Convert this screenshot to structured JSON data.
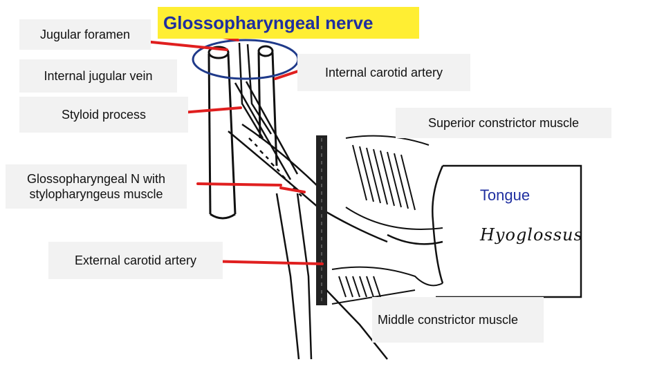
{
  "title": "Glossopharyngeal nerve",
  "labels": {
    "jugular_foramen": "Jugular foramen",
    "internal_jugular_vein": "Internal jugular vein",
    "styloid_process": "Styloid process",
    "glossopharyngeal_stylopharyngeus": "Glossopharyngeal N with stylopharyngeus muscle",
    "external_carotid_artery": "External carotid artery",
    "internal_carotid_artery": "Internal carotid artery",
    "superior_constrictor": "Superior constrictor muscle",
    "tongue": "Tongue",
    "middle_constrictor": "Middle constrictor muscle",
    "hyoglossus": "Hyoglossus"
  },
  "colors": {
    "pointer": "#e01f1f",
    "title_bg": "#ffee33",
    "title_text": "#1f2fa0",
    "ellipse": "#1f3a8a",
    "drawing": "#111111"
  }
}
